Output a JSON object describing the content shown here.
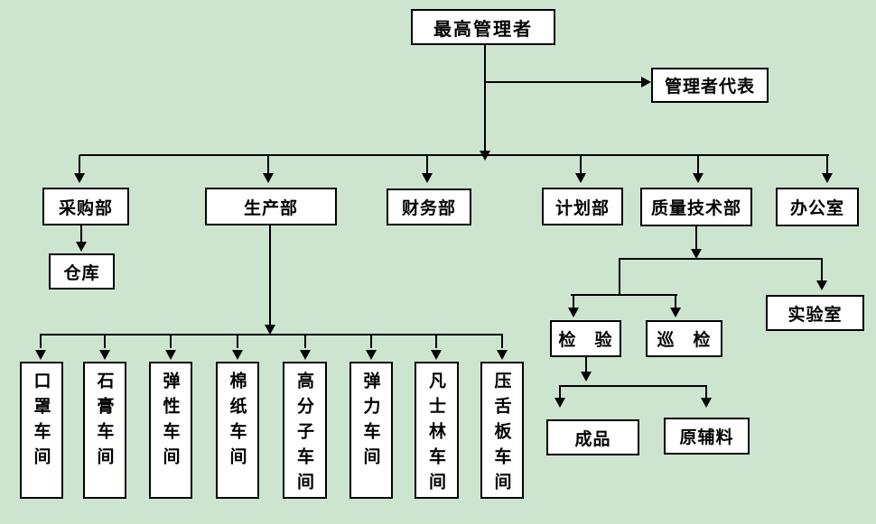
{
  "diagram": {
    "type": "organization-chart",
    "background_color": "#cde5cf",
    "node_fill_color": "#ffffff",
    "line_color": "#000000"
  },
  "nodes": {
    "top_manager": {
      "label": "最高管理者"
    },
    "management_rep": {
      "label": "管理者代表"
    },
    "purchasing": {
      "label": "采购部"
    },
    "production": {
      "label": "生产部"
    },
    "finance": {
      "label": "财务部"
    },
    "planning": {
      "label": "计划部"
    },
    "quality_tech": {
      "label": "质量技术部"
    },
    "office": {
      "label": "办公室"
    },
    "warehouse": {
      "label": "仓库"
    },
    "laboratory": {
      "label": "实验室"
    },
    "inspection": {
      "label": "检　验"
    },
    "patrol_inspection": {
      "label": "巡　检"
    },
    "finished_product": {
      "label": "成品"
    },
    "raw_materials": {
      "label": "原辅料"
    },
    "workshops": [
      {
        "label": "口罩车间"
      },
      {
        "label": "石膏车间"
      },
      {
        "label": "弹性车间"
      },
      {
        "label": "棉纸车间"
      },
      {
        "label": "高分子车间"
      },
      {
        "label": "弹力车间"
      },
      {
        "label": "凡士林车间"
      },
      {
        "label": "压舌板车间"
      }
    ]
  },
  "edges": [
    [
      "最高管理者",
      "管理者代表"
    ],
    [
      "最高管理者",
      "采购部"
    ],
    [
      "最高管理者",
      "生产部"
    ],
    [
      "最高管理者",
      "财务部"
    ],
    [
      "最高管理者",
      "计划部"
    ],
    [
      "最高管理者",
      "质量技术部"
    ],
    [
      "最高管理者",
      "办公室"
    ],
    [
      "采购部",
      "仓库"
    ],
    [
      "生产部",
      "口罩车间"
    ],
    [
      "生产部",
      "石膏车间"
    ],
    [
      "生产部",
      "弹性车间"
    ],
    [
      "生产部",
      "棉纸车间"
    ],
    [
      "生产部",
      "高分子车间"
    ],
    [
      "生产部",
      "弹力车间"
    ],
    [
      "生产部",
      "凡士林车间"
    ],
    [
      "生产部",
      "压舌板车间"
    ],
    [
      "质量技术部",
      "检　验"
    ],
    [
      "质量技术部",
      "巡　检"
    ],
    [
      "质量技术部",
      "实验室"
    ],
    [
      "检　验",
      "成品"
    ],
    [
      "检　验",
      "原辅料"
    ]
  ]
}
